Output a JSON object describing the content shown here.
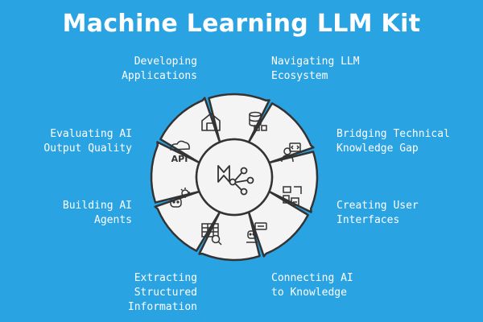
{
  "title": "Machine Learning LLM Kit",
  "center_icon": "ml-logo-network-icon",
  "colors": {
    "background": "#2aa3e3",
    "segment_fill": "#f4f4f4",
    "outline": "#333333",
    "text": "#ffffff"
  },
  "segments": [
    {
      "label": "Developing\nApplications",
      "icon": "house-icon"
    },
    {
      "label": "Navigating LLM\nEcosystem",
      "icon": "database-icon"
    },
    {
      "label": "Bridging Technical\nKnowledge Gap",
      "icon": "person-code-icon"
    },
    {
      "label": "Creating User\nInterfaces",
      "icon": "ui-components-icon"
    },
    {
      "label": "Connecting AI\nto Knowledge",
      "icon": "robot-keyboard-icon"
    },
    {
      "label": "Extracting\nStructured\nInformation",
      "icon": "table-search-icon"
    },
    {
      "label": "Building AI\nAgents",
      "icon": "robot-idea-icon"
    },
    {
      "label": "Evaluating AI\nOutput Quality",
      "icon": "api-cloud-icon"
    }
  ],
  "icon_text": {
    "api": "API"
  }
}
